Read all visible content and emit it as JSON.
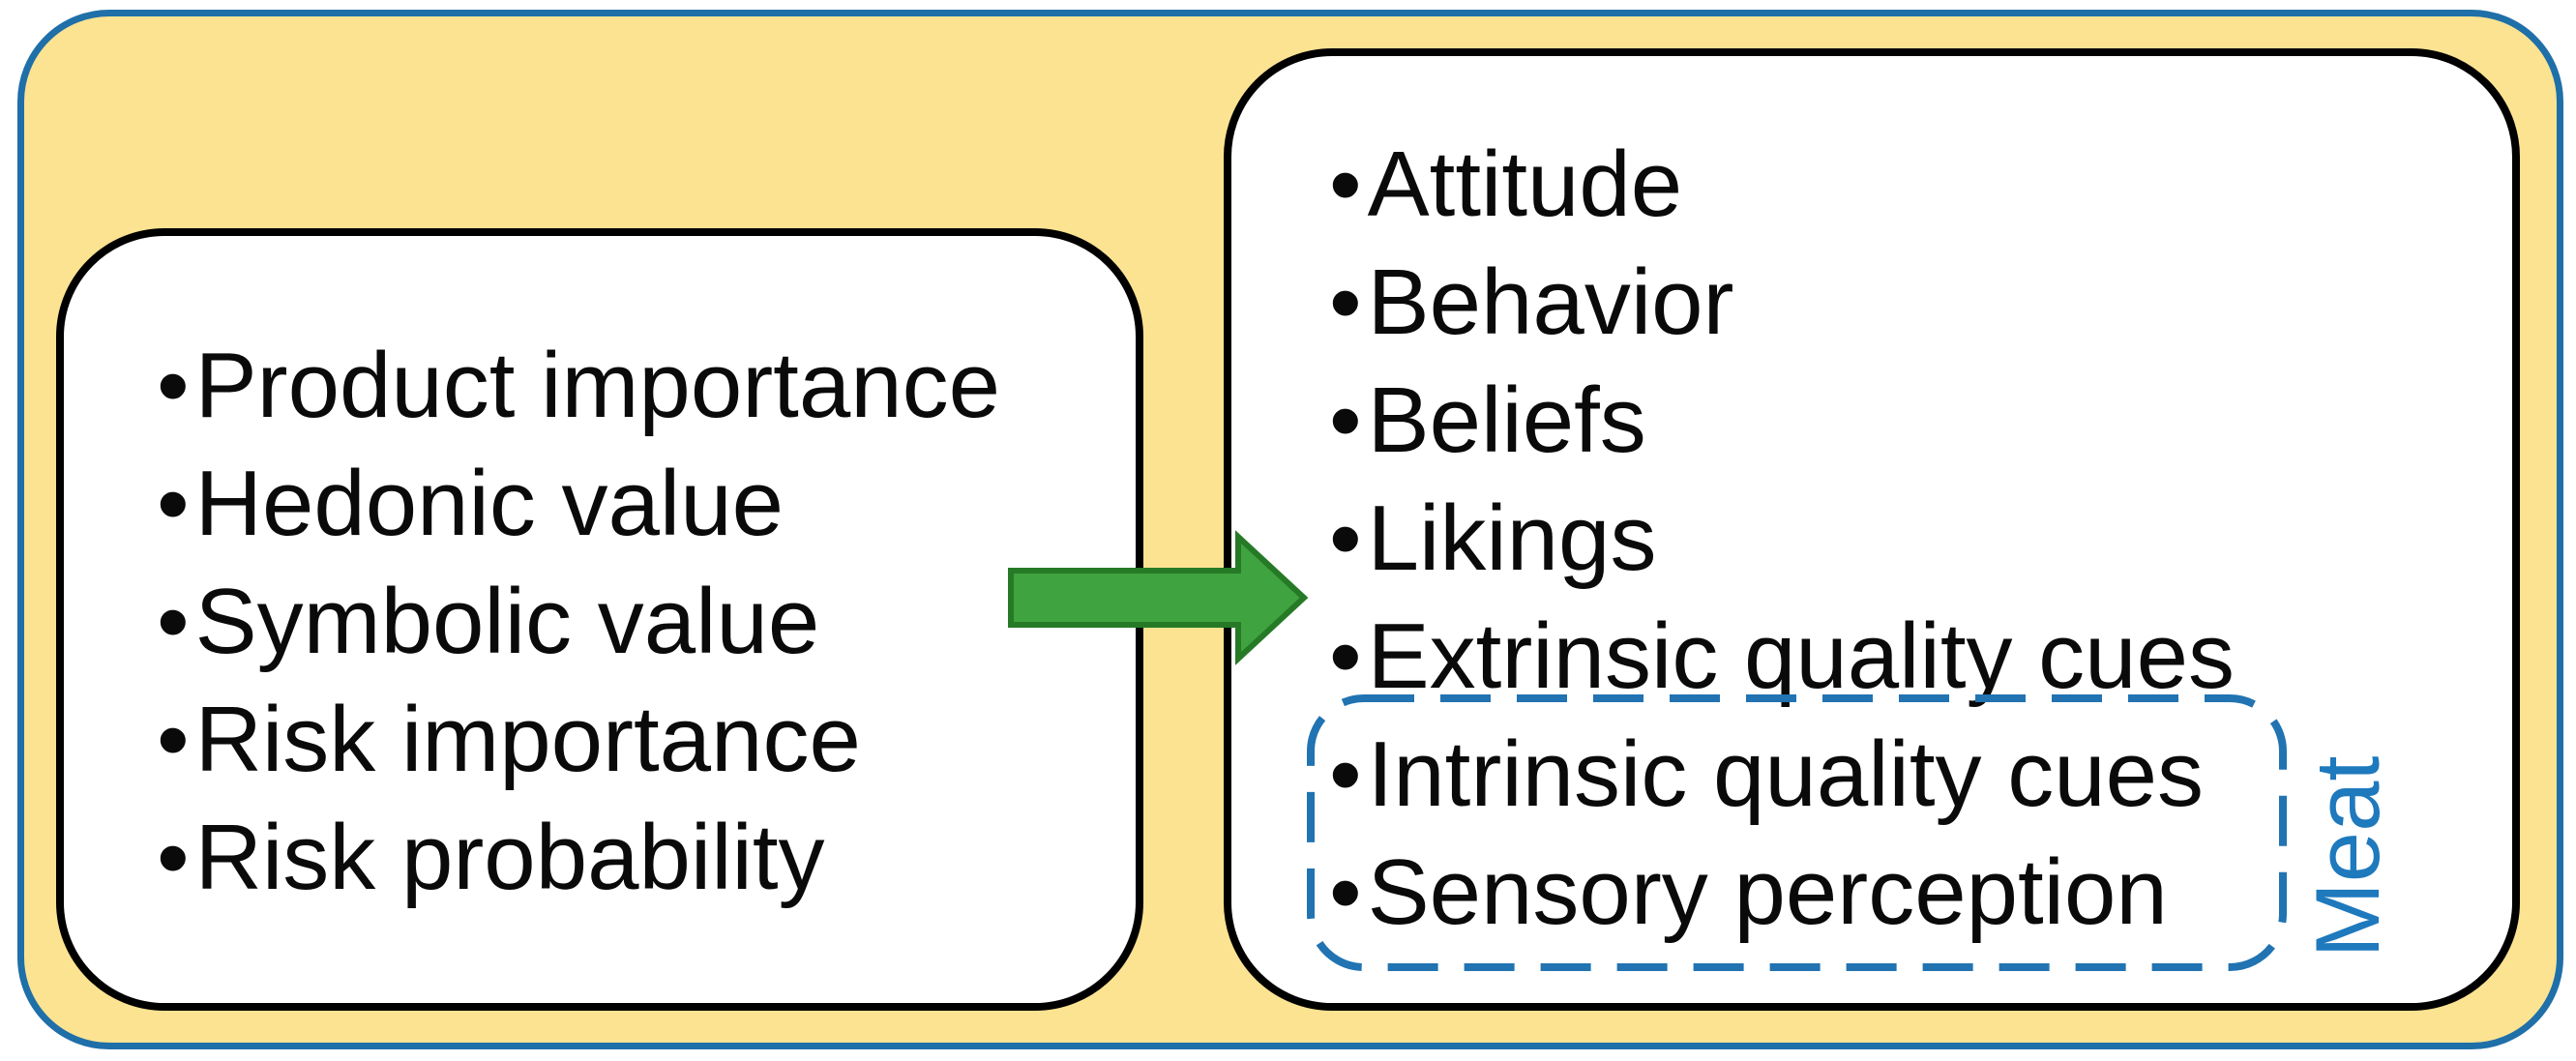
{
  "figure": {
    "bullet_char": "•",
    "left_box": {
      "items": [
        "Product importance",
        "Hedonic value",
        "Symbolic value",
        "Risk importance",
        "Risk probability"
      ]
    },
    "right_box": {
      "items": [
        "Attitude",
        "Behavior",
        "Beliefs",
        "Likings",
        "Extrinsic quality cues"
      ],
      "dashed_group_items": [
        "Intrinsic quality cues",
        "Sensory perception"
      ],
      "dashed_group_label": "Meat"
    },
    "colors": {
      "background_fill": "#FBE392",
      "outer_border": "#1F6FA8",
      "box_fill": "#FFFFFF",
      "box_border": "#000000",
      "text": "#0A0A0A",
      "arrow_fill": "#3FA33F",
      "arrow_stroke": "#267A26",
      "dashed_border": "#2173B1",
      "meat_text": "#1E79BD"
    }
  }
}
